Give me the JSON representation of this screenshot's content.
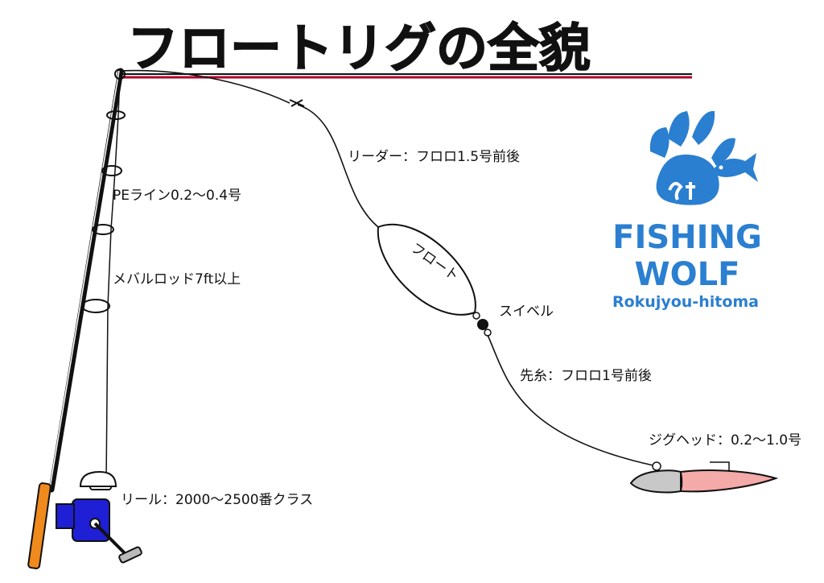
{
  "title": "フロートリグの全貌",
  "labels": {
    "leader": "リーダー：フロロ1.5号前後",
    "pe_line": "PEライン0.2〜0.4号",
    "rod": "メバルロッド7ft以上",
    "float": "フロート",
    "swivel": "スイベル",
    "tippet": "先糸：フロロ1号前後",
    "jighead": "ジグヘッド：0.2〜1.0号",
    "reel": "リール：2000〜2500番クラス"
  },
  "logo": {
    "line1": "FISHING",
    "line2": "WOLF",
    "line3": "Rokujyou-hitoma"
  },
  "colors": {
    "brand_blue": "#2a7fd0",
    "reel_blue": "#1f1fd6",
    "handle_orange": "#f08a1c",
    "lure_pink": "#f4aaa8",
    "jighead_gray": "#c8c8c8",
    "title_underline": "#b0002a"
  },
  "icons": [
    "paw-logo-icon",
    "fish-icon",
    "swivel-icon",
    "float-icon"
  ]
}
